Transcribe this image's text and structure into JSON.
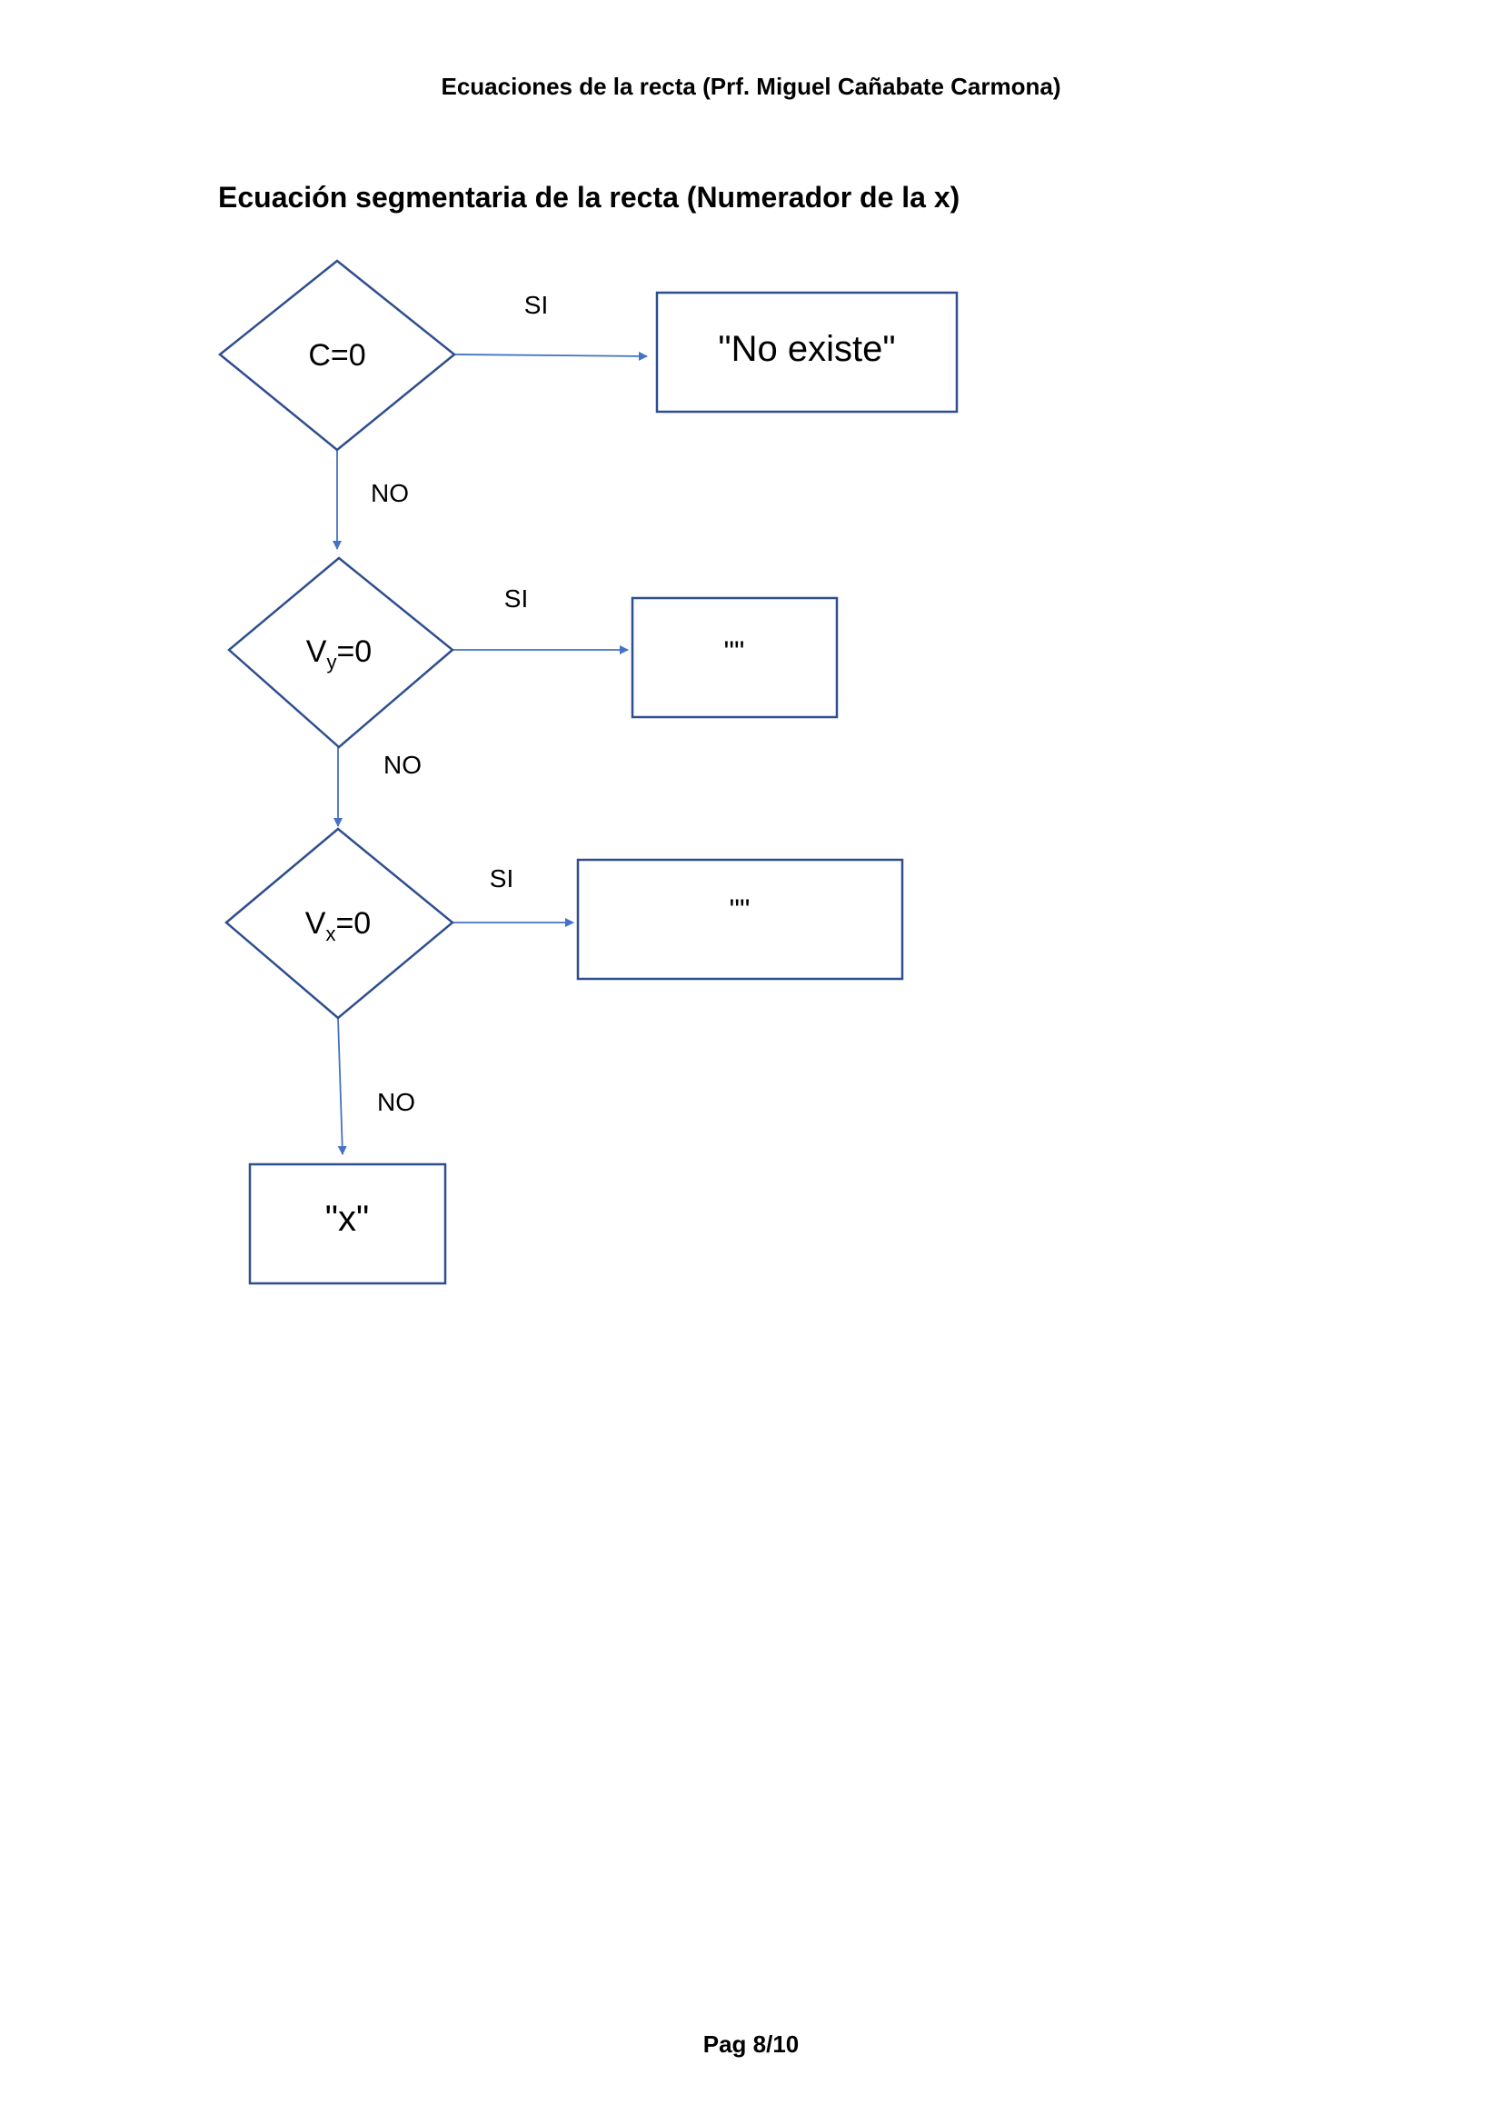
{
  "header": {
    "title": "Ecuaciones de la recta (Prf. Miguel Cañabate Carmona)"
  },
  "section": {
    "title": "Ecuación segmentaria de la recta (Numerador de la x)"
  },
  "flowchart": {
    "decisions": [
      {
        "label": "C=0"
      },
      {
        "base": "V",
        "sub": "y",
        "rest": "=0"
      },
      {
        "base": "V",
        "sub": "x",
        "rest": "=0"
      }
    ],
    "results": [
      {
        "label": "\"No existe\""
      },
      {
        "label": "\"\""
      },
      {
        "label": "\"\""
      },
      {
        "label": "\"x\""
      }
    ],
    "edge_labels": {
      "si_1": "SI",
      "si_2": "SI",
      "si_3": "SI",
      "no_1": "NO",
      "no_2": "NO",
      "no_3": "NO"
    }
  },
  "footer": {
    "page": "Pag 8/10"
  }
}
